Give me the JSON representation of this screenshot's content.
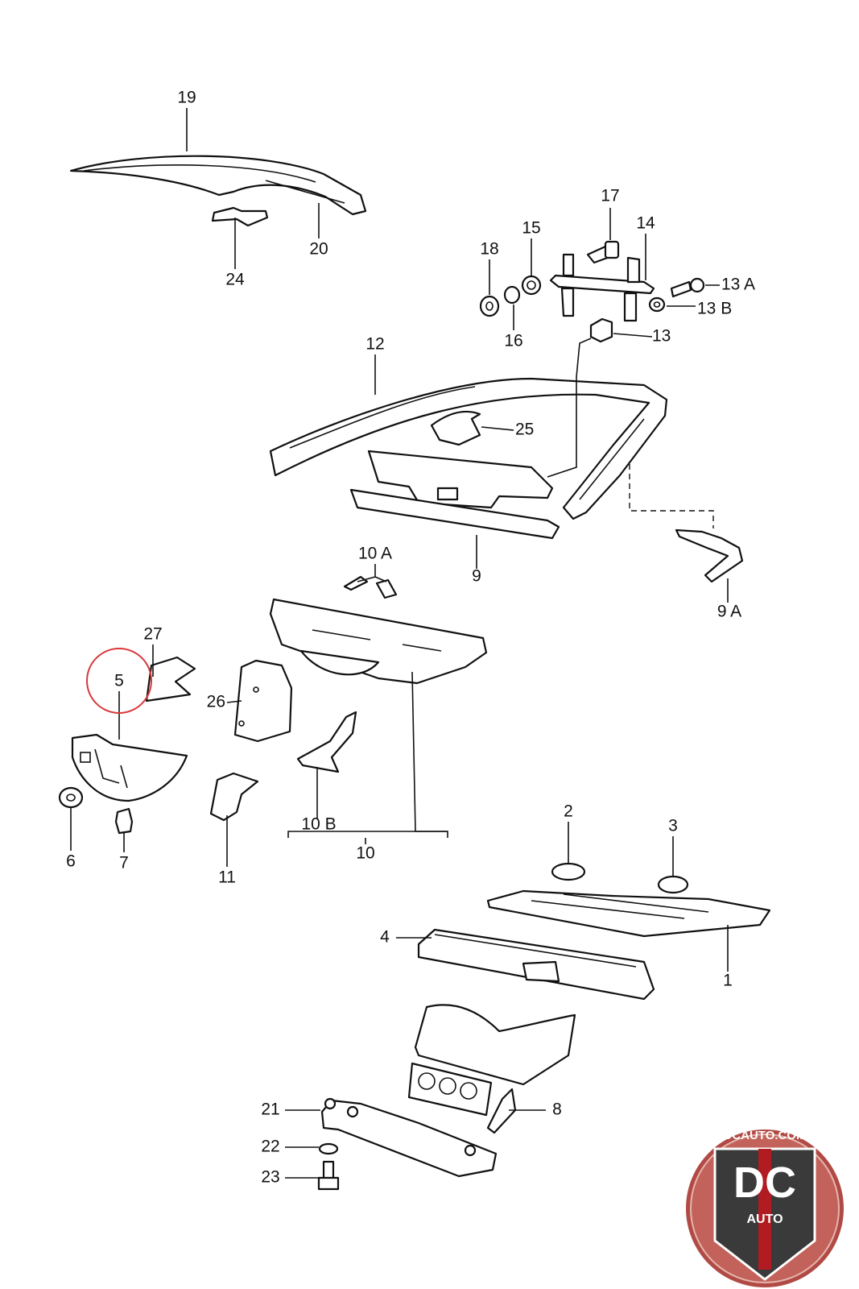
{
  "callouts": {
    "p1": "1",
    "p2": "2",
    "p3": "3",
    "p4": "4",
    "p5": "5",
    "p6": "6",
    "p7": "7",
    "p8": "8",
    "p9": "9",
    "p9a": "9 A",
    "p10": "10",
    "p10a": "10 A",
    "p10b": "10 B",
    "p11": "11",
    "p12": "12",
    "p13": "13",
    "p13a": "13 A",
    "p13b": "13 B",
    "p14": "14",
    "p15": "15",
    "p16": "16",
    "p17": "17",
    "p18": "18",
    "p19": "19",
    "p20": "20",
    "p21": "21",
    "p22": "22",
    "p23": "23",
    "p24": "24",
    "p25": "25",
    "p26": "26",
    "p27": "27"
  },
  "highlight": {
    "part": "5",
    "color": "#d9383a"
  },
  "logo": {
    "url_text": "DCAUTO.COM",
    "mark": "DC",
    "sub": "AUTO",
    "colors": {
      "ring": "#b14a45",
      "stripe": "#b01c22",
      "shield": "#3a3a3a"
    }
  }
}
